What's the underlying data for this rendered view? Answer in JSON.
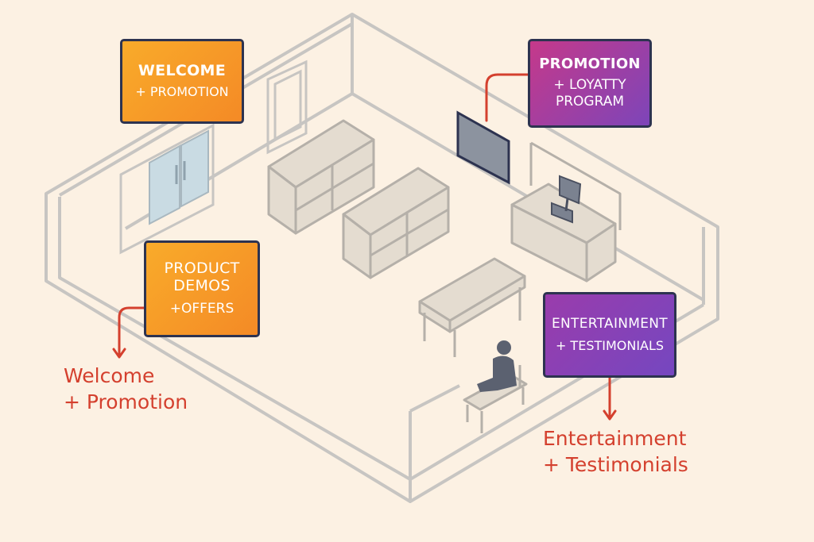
{
  "cards": {
    "welcome": {
      "main": "WELCOME",
      "sub": "+ PROMOTION"
    },
    "promotion": {
      "main": "PROMOTION",
      "sub1": "+ LOYATTY",
      "sub2": "PROGRAM"
    },
    "demos": {
      "main1": "PRODUCT",
      "main2": "DEMOS",
      "sub": "+OFFERS"
    },
    "entertainment": {
      "main": "ENTERTAINMENT",
      "sub": "+ TESTIMONIALS"
    }
  },
  "callouts": {
    "left": {
      "line1": "Welcome",
      "line2": "+ Promotion"
    },
    "right": {
      "line1": "Entertainment",
      "line2": "+ Testimonials"
    }
  },
  "colors": {
    "background": "#fcf1e3",
    "wall_line": "#c7c5c2",
    "furniture_fill": "#e4dcd0",
    "furniture_line": "#b5b0a9",
    "orange": "#f39c2a",
    "purple": "#8d44b2",
    "callout_red": "#d4402e",
    "door_glass": "#c9dbe3",
    "person": "#5b6170"
  }
}
